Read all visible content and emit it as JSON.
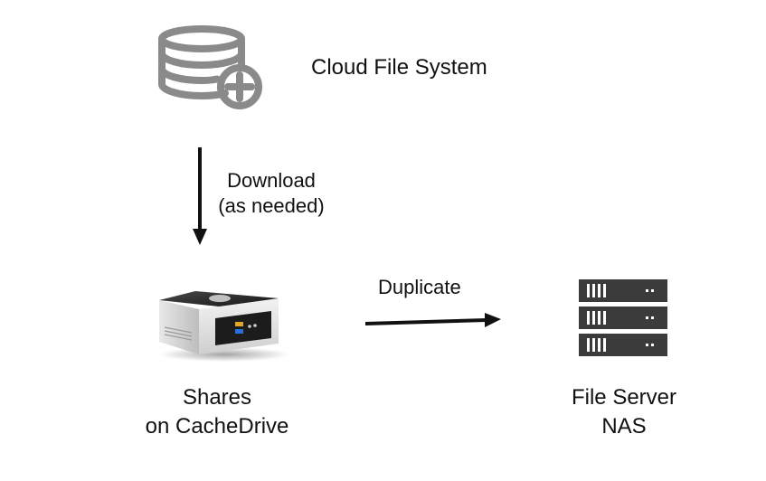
{
  "nodes": {
    "cloud": {
      "label": "Cloud File System",
      "icon": "database-add-icon"
    },
    "cachedrive": {
      "label_line1": "Shares",
      "label_line2": "on CacheDrive",
      "icon": "mini-pc-icon"
    },
    "nas": {
      "label_line1": "File Server",
      "label_line2": "NAS",
      "icon": "server-rack-icon"
    }
  },
  "edges": {
    "download": {
      "label_line1": "Download",
      "label_line2": "(as needed)"
    },
    "duplicate": {
      "label": "Duplicate"
    }
  },
  "colors": {
    "icon_gray": "#8a8a8a",
    "arrow": "#111111",
    "server_dark": "#3b3b3b"
  }
}
